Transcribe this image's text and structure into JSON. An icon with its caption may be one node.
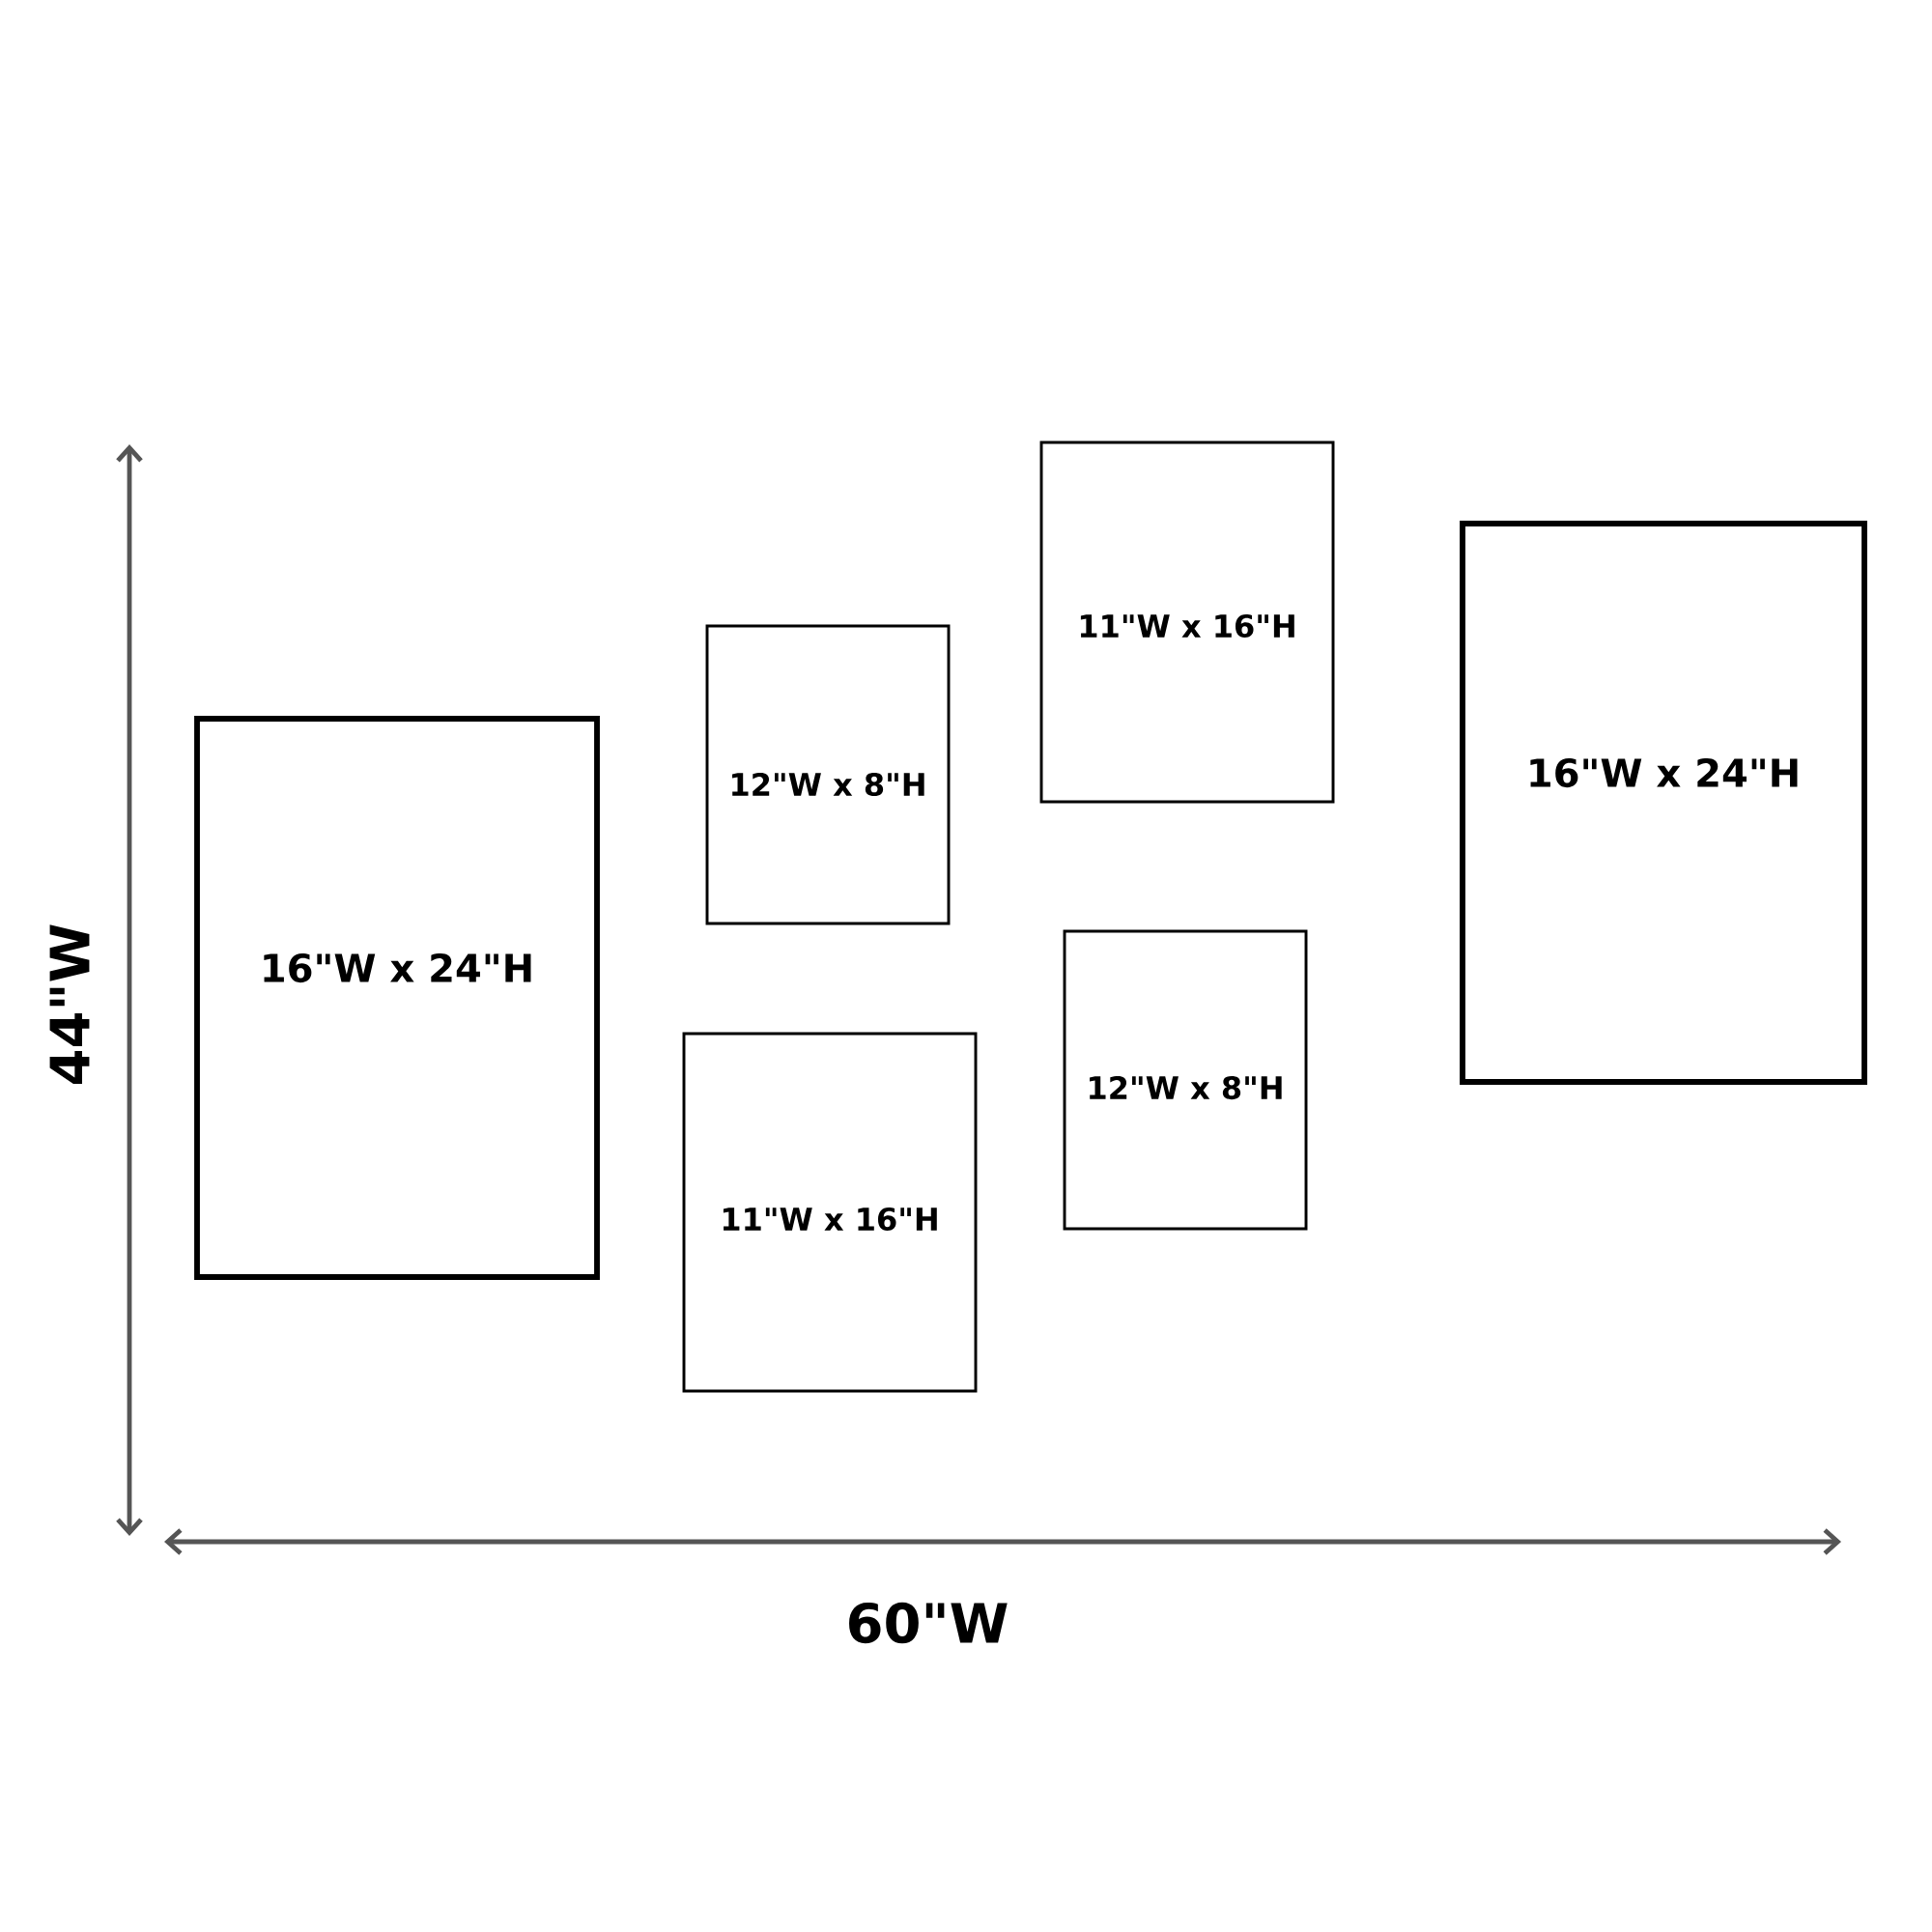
{
  "diagram": {
    "nodes": [
      {
        "text": [
          "16\"W x 24\"H"
        ]
      },
      {
        "text": [
          "12\"W x 8\"H"
        ]
      },
      {
        "text": [
          "11\"W x 16\"H"
        ]
      },
      {
        "text": [
          "11\"W x 16\"H"
        ]
      },
      {
        "text": [
          "12\"W x 8\"H"
        ]
      },
      {
        "text": [
          "16\"W x 24\"H"
        ]
      }
    ],
    "labels": [
      "44\"W",
      "60\"W"
    ]
  }
}
